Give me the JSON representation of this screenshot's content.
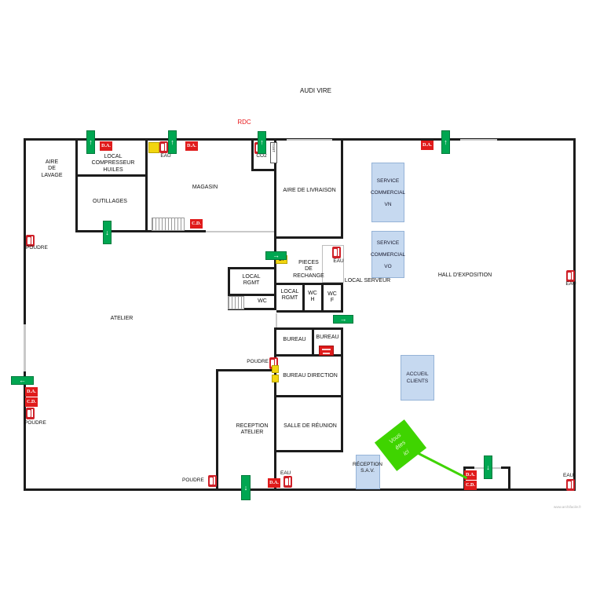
{
  "title": "AUDI VIRE",
  "floor": "RDC",
  "watermark": "www.archifacile.fr",
  "you_are_here": "Vous\nêtes\nici",
  "markers": {
    "da": "D.A.",
    "cd": "C.D.",
    "eau": "EAU",
    "poudre": "POUDRE",
    "co2": "CO2",
    "bt": "BT",
    "tgbt": "TGBT"
  },
  "icons": {
    "arrow_up": "↑",
    "arrow_down": "↓",
    "arrow_right": "→",
    "arrow_left": "←"
  },
  "rooms": {
    "aire_lavage": "AIRE\nDE\nLAVAGE",
    "local_compresseur_huiles": "LOCAL\nCOMPRESSEUR\nHUILES",
    "outillages": "OUTILLAGES",
    "magasin": "MAGASIN",
    "aire_livraison": "AIRE DE LIVRAISON",
    "hall_exposition": "HALL D'EXPOSITION",
    "atelier": "ATELIER",
    "pieces_rechange": "PIECES\nDE\nRECHANGE",
    "local_serveur": "LOCAL SERVEUR",
    "local_rgmt": "LOCAL\nRGMT",
    "wc": "WC",
    "wc_h": "WC\nH",
    "wc_f": "WC\nF",
    "bureau": "BUREAU",
    "bureau_direction": "BUREAU DIRECTION",
    "reception_atelier": "RECEPTION\nATELIER",
    "salle_reunion": "SALLE DE RÉUNION",
    "reception_sav": "RÉCEPTION\nS.A.V."
  },
  "zones": {
    "service_vn": "SERVICE\nCOMMERCIAL\nVN",
    "service_vo": "SERVICE\nCOMMERCIAL\nVO",
    "accueil_clients": "ACCUEIL\nCLIENTS"
  },
  "colors": {
    "wall": "#1c1c1c",
    "safety_red": "#e01b1b",
    "safety_green": "#00a651",
    "zone_blue": "#c6d9f0",
    "you_are_here_green": "#3fd400",
    "equipment_yellow": "#f2d50f"
  }
}
